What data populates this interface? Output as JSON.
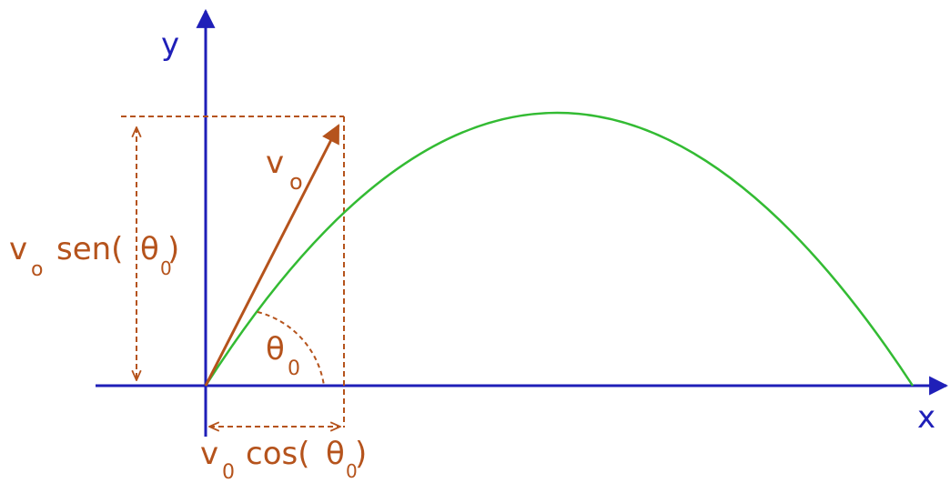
{
  "axes": {
    "x_label": "x",
    "y_label": "y"
  },
  "labels": {
    "velocity_main": "v",
    "velocity_sub": "o",
    "angle_main": "θ",
    "angle_sub": "0",
    "vertical_v": "v",
    "vertical_v_sub": "o",
    "vertical_func": "sen(",
    "vertical_theta": "θ",
    "vertical_theta_sub": "0",
    "vertical_close": ")",
    "horizontal_v": "v",
    "horizontal_v_sub": "0",
    "horizontal_func": "cos(",
    "horizontal_theta": "θ",
    "horizontal_theta_sub": "0",
    "horizontal_close": ")"
  },
  "colors": {
    "axis": "#1f1fb8",
    "vector": "#b5531c",
    "trajectory": "#33bb33"
  }
}
